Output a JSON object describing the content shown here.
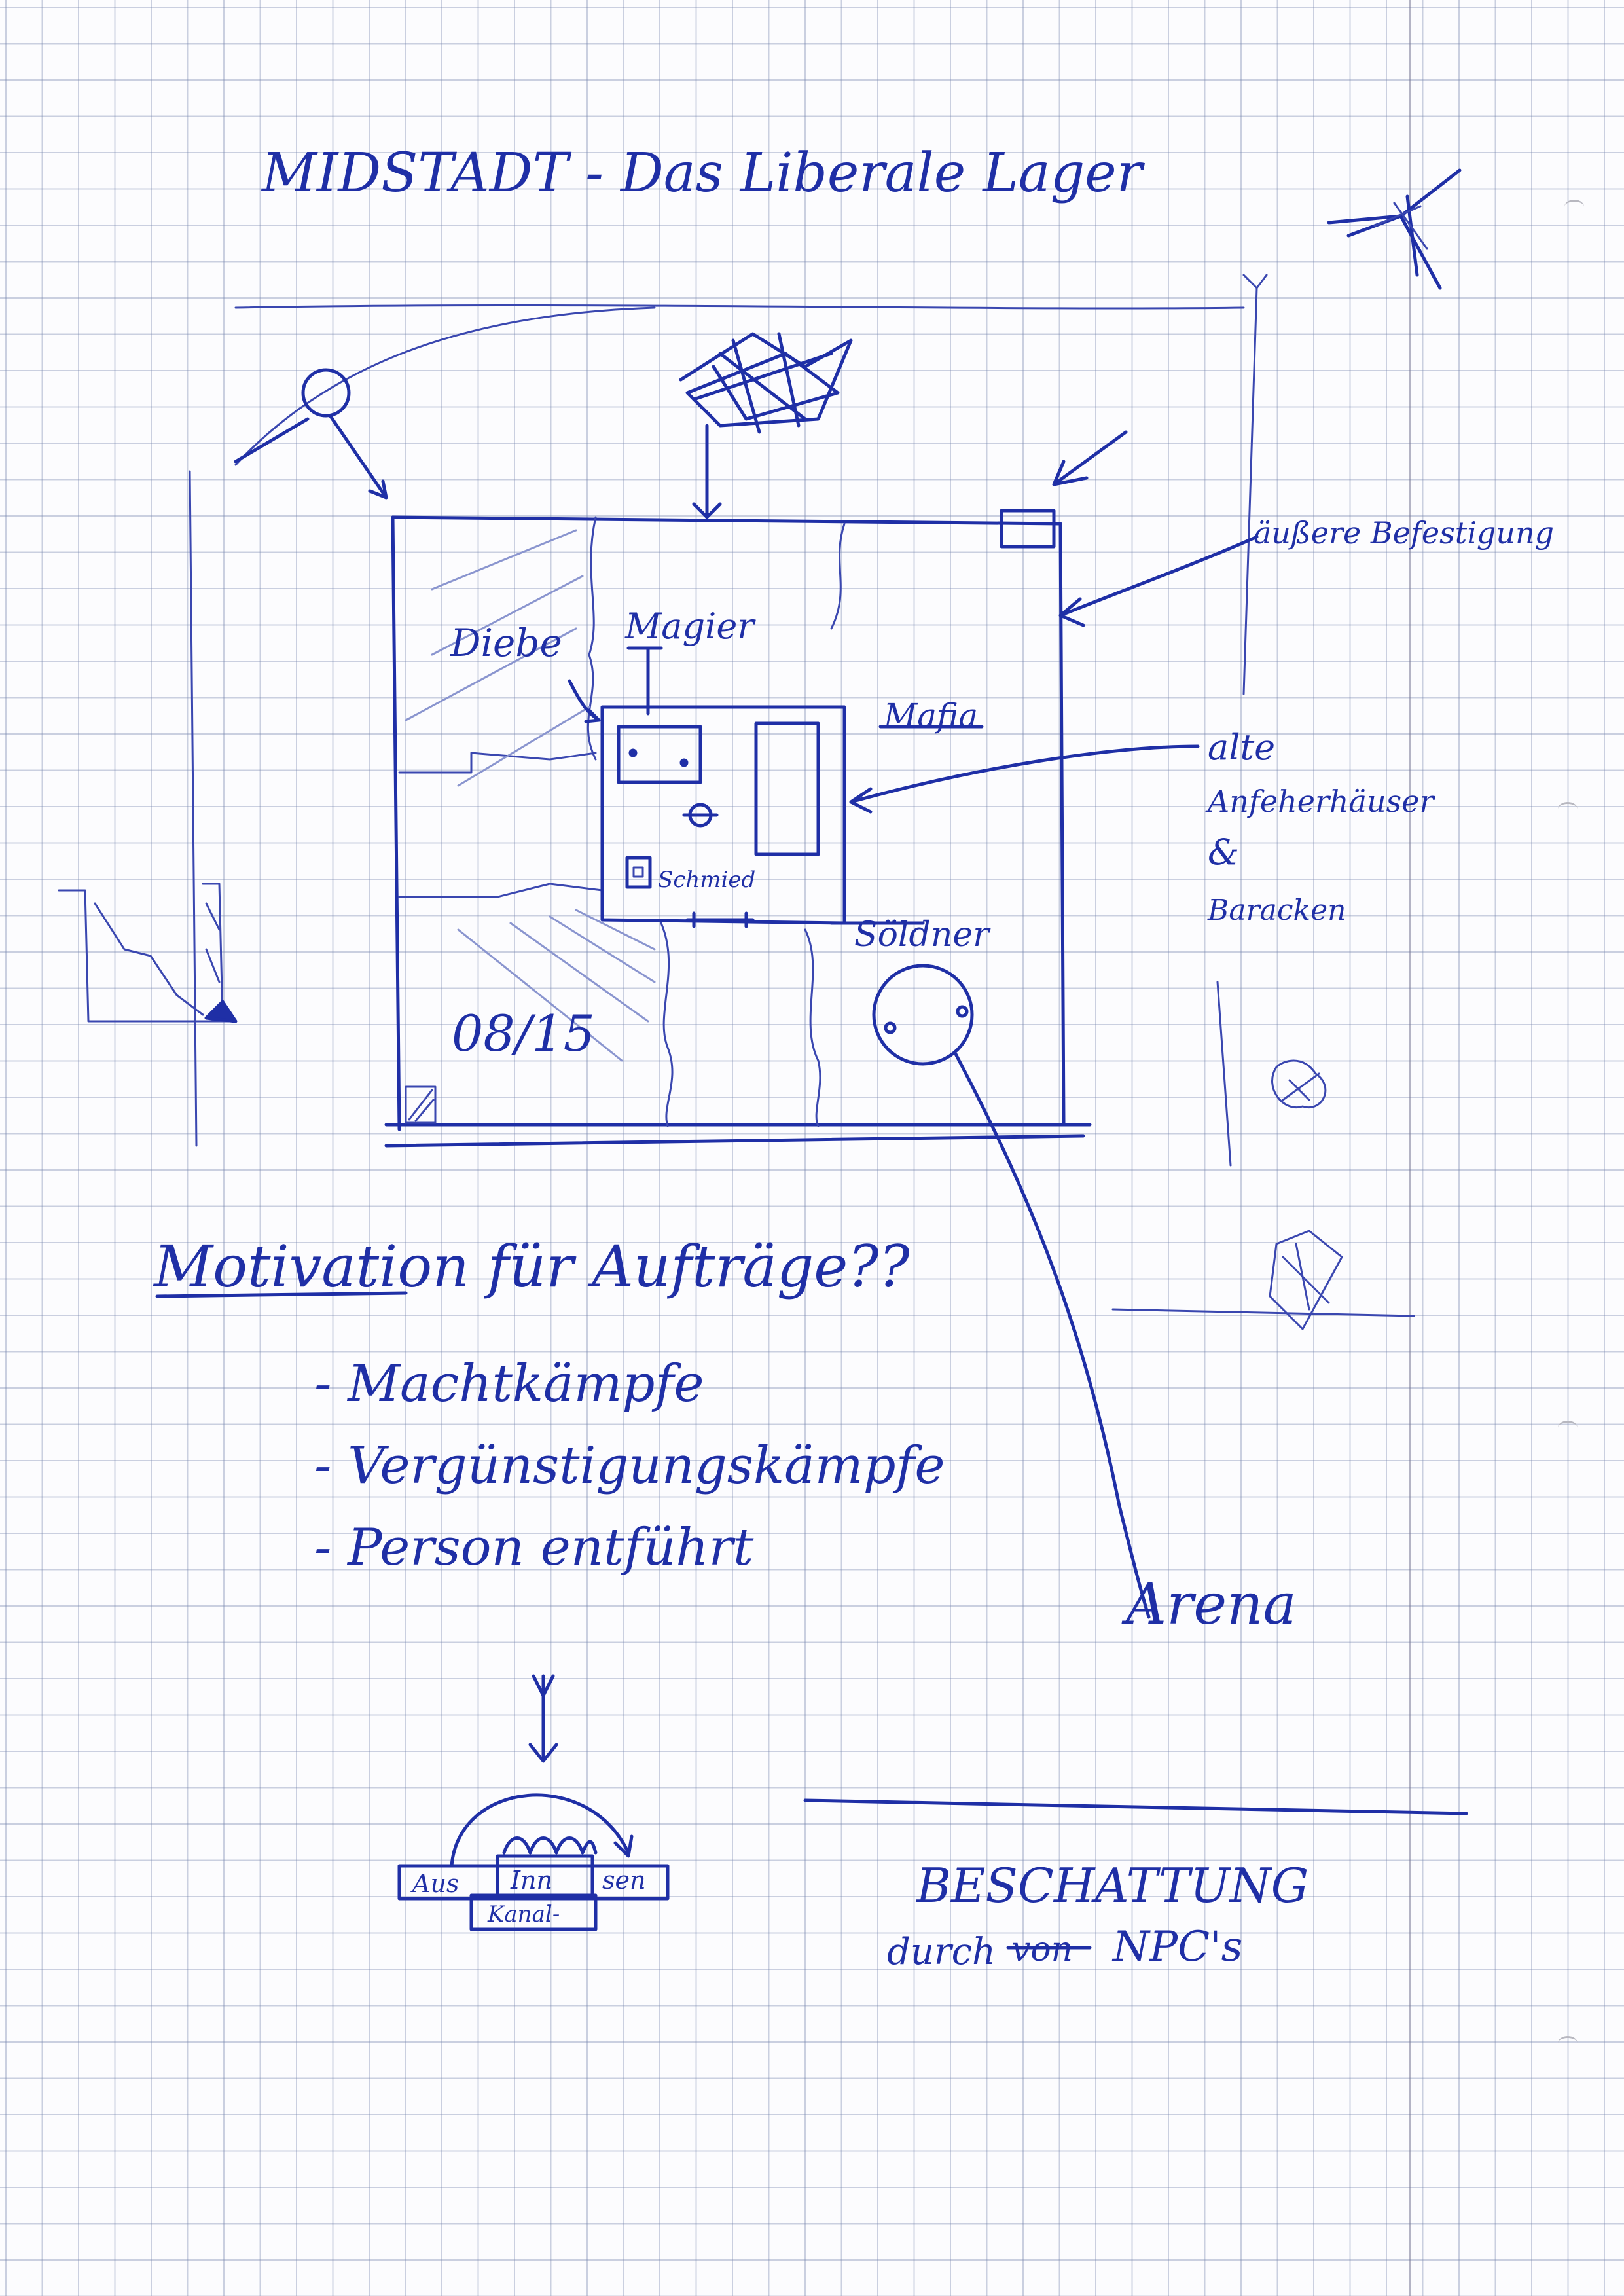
{
  "document": {
    "title": "MIDSTADT - Das Liberale Lager",
    "map_labels": {
      "diebe": "Diebe",
      "magier": "Magier",
      "mafia": "Mafia",
      "schmied": "Schmied",
      "soeldner": "Söldner",
      "district": "08/15"
    },
    "side_notes": {
      "aeussere": "äußere Befestigung",
      "alte_line1": "alte",
      "alte_line2": "Anfeherhäuser",
      "alte_line3": "&",
      "alte_line4": "Baracken",
      "arena": "Arena"
    },
    "motivation": {
      "heading": "Motivation für Aufträge??",
      "items": [
        "- Machtkämpfe",
        "- Vergünstigungskämpfe",
        "- Person entführt"
      ]
    },
    "sketch": {
      "left": "Aus",
      "middle": "Inn",
      "right": "sen",
      "bottom": "Kanal-"
    },
    "beschattung": {
      "title": "BESCHATTUNG",
      "line": "durch",
      "struck": "von",
      "rest": "NPC's"
    }
  }
}
